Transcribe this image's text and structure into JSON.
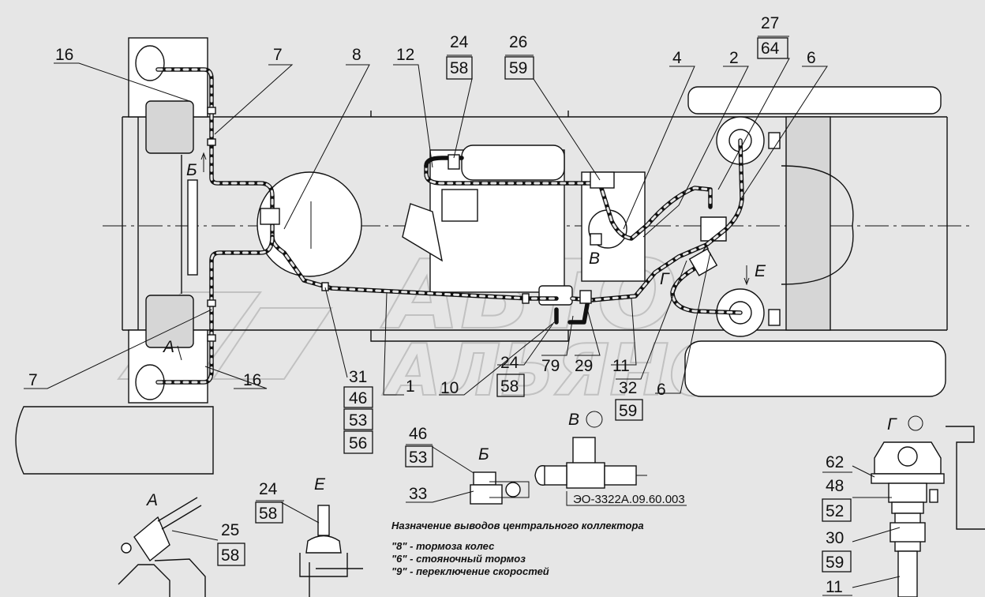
{
  "watermark": {
    "top": "АВТО",
    "bottom": "АЛЬЯНС"
  },
  "view_markers": {
    "a": "А",
    "b": "Б",
    "v": "В",
    "g": "Г",
    "e": "Е"
  },
  "callouts": {
    "c16_top": "16",
    "c7_top": "7",
    "c8": "8",
    "c12": "12",
    "c24_58_top": [
      "24",
      "58"
    ],
    "c26_59": [
      "26",
      "59"
    ],
    "c4": "4",
    "c2": "2",
    "c27_64": [
      "27",
      "64"
    ],
    "c6_top": "6",
    "c7_bottom": "7",
    "c16_bottom": "16",
    "c31_46_53_56": [
      "31",
      "46",
      "53",
      "56"
    ],
    "c1": "1",
    "c10": "10",
    "c24_58_mid": [
      "24",
      "58"
    ],
    "c79": "79",
    "c29": "29",
    "c11": "11",
    "c32_59": [
      "32",
      "59"
    ],
    "c6_bottom": "6"
  },
  "detail_a": {
    "title": "А",
    "callout": [
      "25",
      "58"
    ]
  },
  "detail_e": {
    "title": "Е",
    "callout": [
      "24",
      "58"
    ]
  },
  "detail_b": {
    "title": "Б",
    "callout_top": [
      "46",
      "53"
    ],
    "callout_33": "33"
  },
  "detail_v": {
    "title": "В",
    "drawing_code": "ЭО-3322А.09.60.003"
  },
  "detail_g": {
    "title": "Г",
    "callouts": [
      "62",
      "48",
      "52",
      "30",
      "59",
      "11"
    ]
  },
  "legend": {
    "title": "Назначение выводов центрального коллектора",
    "items": [
      "\"8\" - тормоза колес",
      "\"6\" - стояночный тормоз",
      "\"9\" - переключение скоростей"
    ]
  }
}
